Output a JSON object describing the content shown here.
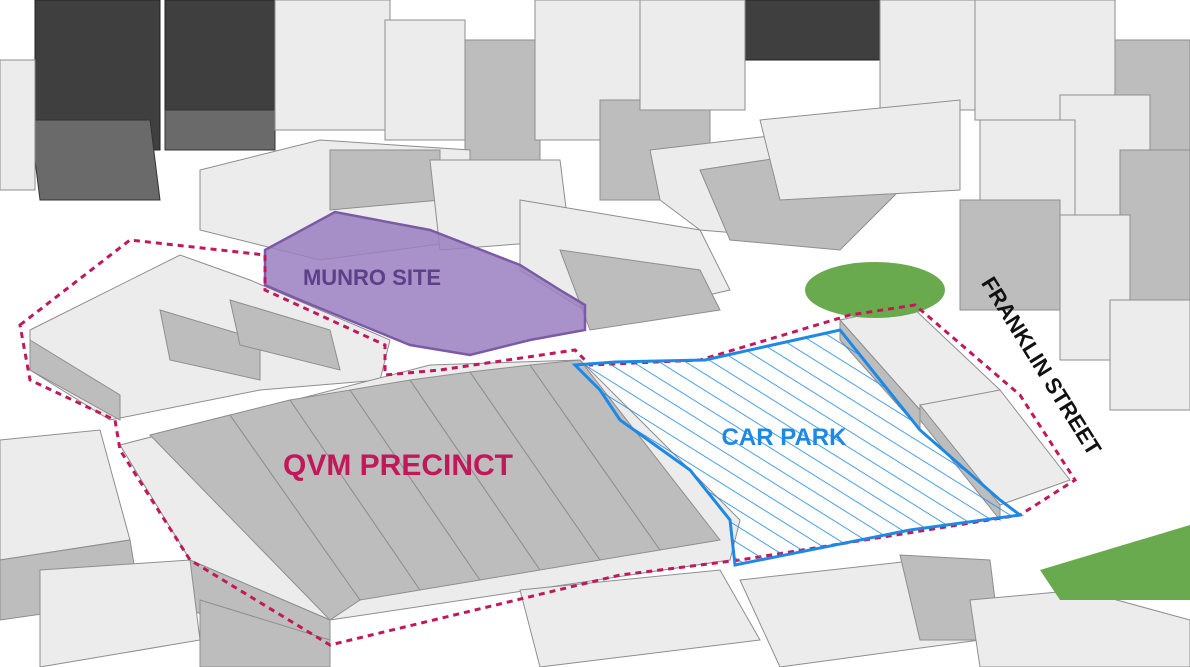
{
  "labels": {
    "munro": "MUNRO SITE",
    "qvm": "QVM PRECINCT",
    "car_park": "CAR PARK",
    "street": "FRANKLIN STREET"
  },
  "colors": {
    "munro_fill": "#9a7fbf",
    "munro_stroke": "#7b5aa6",
    "munro_text": "#5d3f8a",
    "qvm": "#c2185b",
    "car_park": "#1e88e5",
    "park_green": "#6aaa4f",
    "street_text": "#111111"
  }
}
